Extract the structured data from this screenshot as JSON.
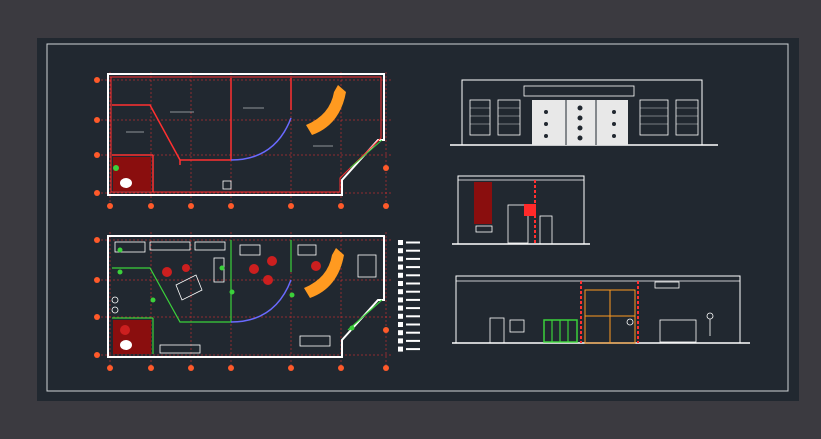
{
  "drawing": {
    "background_color": "#3b3a40",
    "sheet_color": "#212830",
    "line_color": "#ffffff",
    "wall_color": "#ff2a2a",
    "accent_orange": "#ff9a20",
    "accent_green": "#3bd13b",
    "accent_blue": "#6a6aff",
    "axis_marker_color": "#ff5a2a"
  },
  "views": [
    {
      "id": "floor-plan-upper",
      "kind": "floor plan"
    },
    {
      "id": "floor-plan-furnished",
      "kind": "furnished floor plan"
    },
    {
      "id": "front-elevation",
      "kind": "elevation"
    },
    {
      "id": "cross-section",
      "kind": "section"
    },
    {
      "id": "longitudinal-section",
      "kind": "section"
    }
  ],
  "legend": {
    "entry_count": 14
  }
}
